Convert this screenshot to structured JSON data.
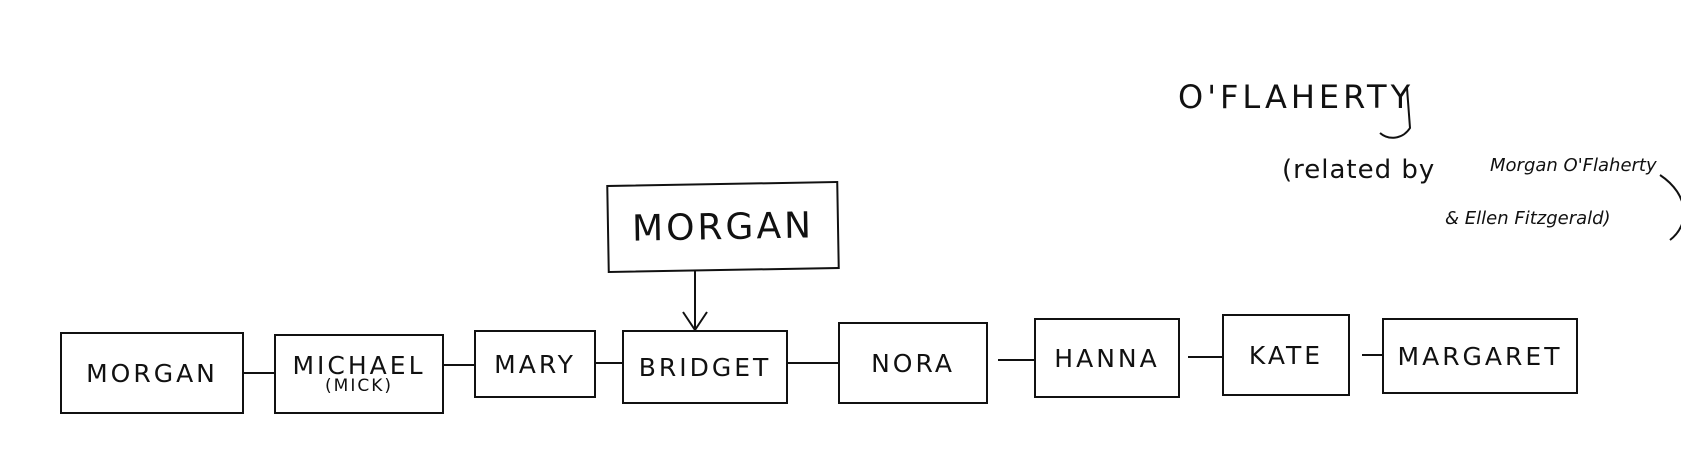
{
  "family": {
    "surname": "O'FLAHERTY",
    "relation_prefix": "(related by",
    "relation_names_line1": "Morgan O'Flaherty",
    "relation_names_line2": "& Ellen Fitzgerald)"
  },
  "parent": {
    "name": "MORGAN"
  },
  "children": [
    {
      "name": "MORGAN"
    },
    {
      "name": "MICHAEL",
      "nickname": "(MICK)"
    },
    {
      "name": "MARY"
    },
    {
      "name": "BRIDGET"
    },
    {
      "name": "NORA"
    },
    {
      "name": "HANNA"
    },
    {
      "name": "KATE"
    },
    {
      "name": "MARGARET"
    }
  ],
  "colors": {
    "ink": "#111111",
    "paper": "#ffffff"
  }
}
